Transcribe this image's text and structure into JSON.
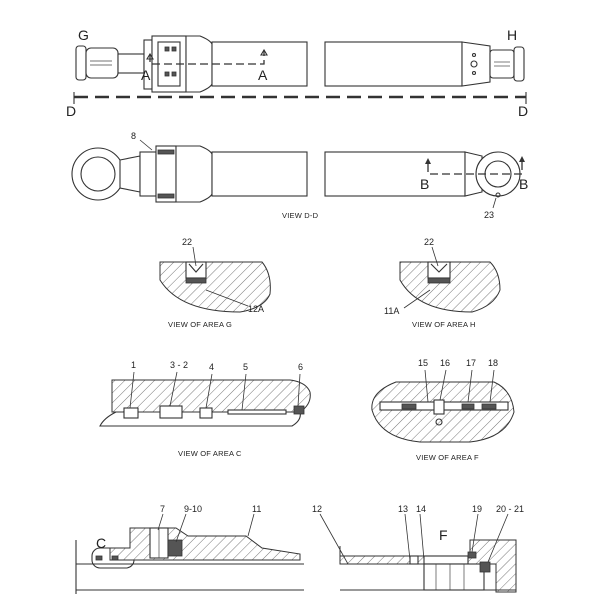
{
  "section_letters": {
    "g": "G",
    "h": "H",
    "a_left": "A",
    "a_right": "A",
    "d_left": "D",
    "d_right": "D",
    "b_left": "B",
    "b_right": "B",
    "c": "C",
    "f": "F"
  },
  "captions": {
    "view_dd": "VIEW D-D",
    "area_g": "VIEW OF AREA G",
    "area_h": "VIEW OF AREA H",
    "area_c": "VIEW OF AREA C",
    "area_f": "VIEW OF AREA F"
  },
  "callouts": {
    "c8": "8",
    "c23": "23",
    "c22_g": "22",
    "c12a": "12A",
    "c22_h": "22",
    "c11a": "11A",
    "c1": "1",
    "c3_2": "3 - 2",
    "c4": "4",
    "c5": "5",
    "c6": "6",
    "c15": "15",
    "c16": "16",
    "c17": "17",
    "c18": "18",
    "c7": "7",
    "c9_10": "9-10",
    "c11": "11",
    "c12": "12",
    "c13": "13",
    "c14": "14",
    "c19": "19",
    "c20_21": "20 - 21"
  }
}
